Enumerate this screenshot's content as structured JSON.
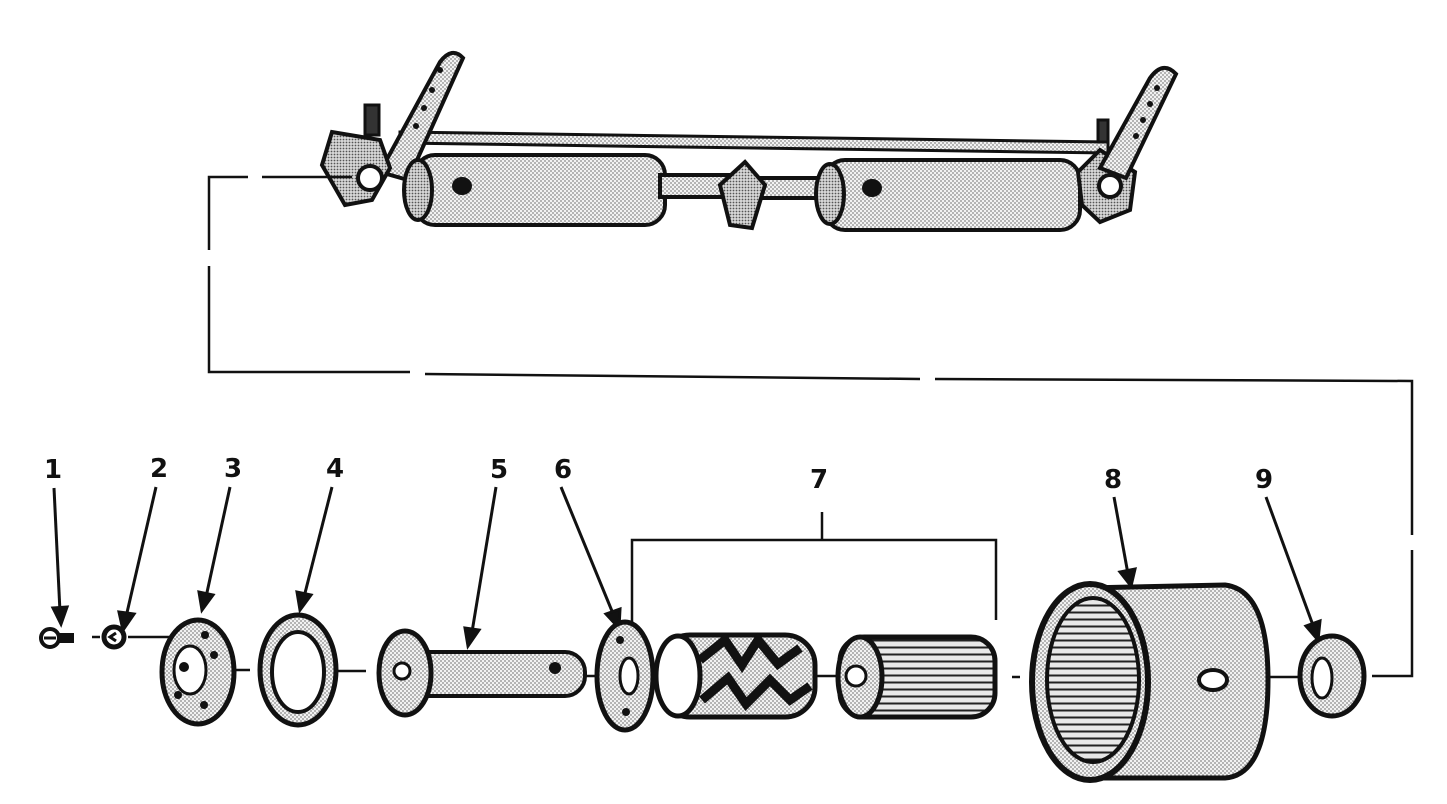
{
  "figure": {
    "callouts": [
      "1",
      "2",
      "3",
      "4",
      "5",
      "6",
      "7",
      "8",
      "9"
    ]
  },
  "colors": {
    "ink": "#111111",
    "stipple": "#bcbcbc",
    "background": "#ffffff"
  }
}
